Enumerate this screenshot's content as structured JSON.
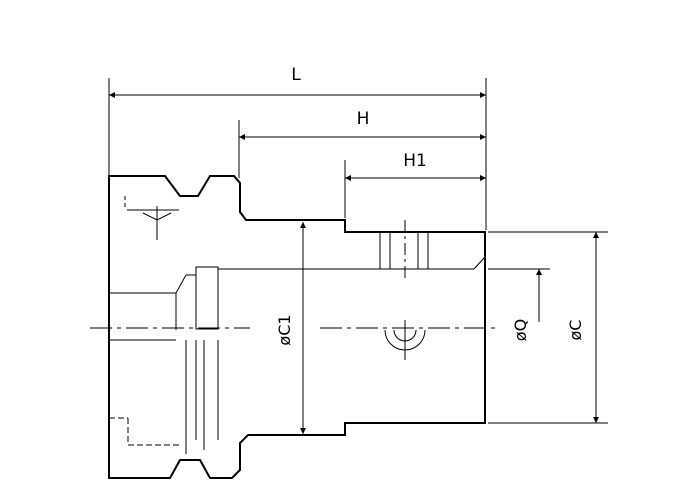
{
  "drawing": {
    "labels": {
      "L": "L",
      "H": "H",
      "H1": "H1",
      "C1": "øC1",
      "Q": "øQ",
      "C": "øC"
    },
    "colors": {
      "line": "#000000",
      "background": "#ffffff"
    }
  }
}
